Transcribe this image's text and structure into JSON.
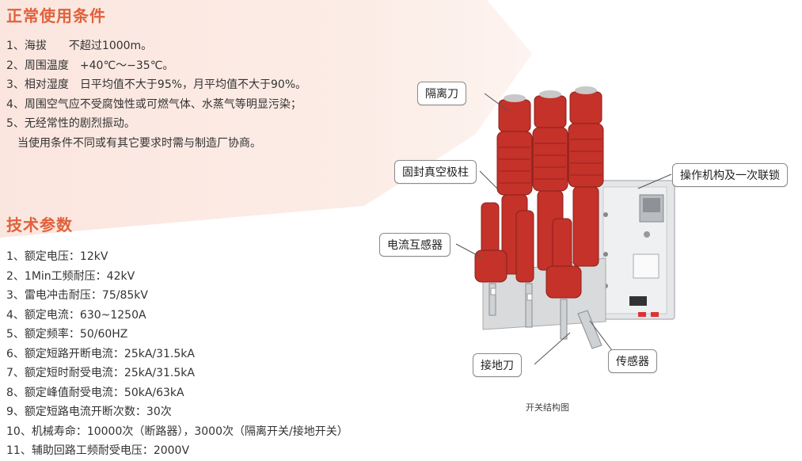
{
  "conditions": {
    "title": "正常使用条件",
    "items": [
      "1、海拔　　不超过1000m。",
      "2、周围温度　+40℃～−35℃。",
      "3、相对湿度　日平均值不大于95%，月平均值不大于90%。",
      "4、周围空气应不受腐蚀性或可燃气体、水蒸气等明显污染；",
      "5、无经常性的剧烈振动。",
      "当使用条件不同或有其它要求时需与制造厂协商。"
    ]
  },
  "specs": {
    "title": "技术参数",
    "items": [
      "1、额定电压：12kV",
      "2、1Min工频耐压：42kV",
      "3、雷电冲击耐压：75/85kV",
      "4、额定电流：630~1250A",
      "5、额定频率：50/60HZ",
      "6、额定短路开断电流：25kA/31.5kA",
      "7、额定短时耐受电流：25kA/31.5kA",
      "8、额定峰值耐受电流：50kA/63kA",
      "9、额定短路电流开断次数：30次",
      "10、机械寿命：10000次（断路器），3000次（隔离开关/接地开关）",
      "11、辅助回路工频耐受电压：2000V"
    ]
  },
  "figure": {
    "labels": {
      "isolating_knife": "隔离刀",
      "sealed_pole": "固封真空极柱",
      "operating_mechanism": "操作机构及一次联锁",
      "current_transformer": "电流互感器",
      "grounding_knife": "接地刀",
      "sensor": "传感器"
    },
    "caption": "开关结构图"
  },
  "colors": {
    "accent": "#e0613c",
    "insulator_red": "#c4322a",
    "panel_gray": "#e4e6e8"
  }
}
